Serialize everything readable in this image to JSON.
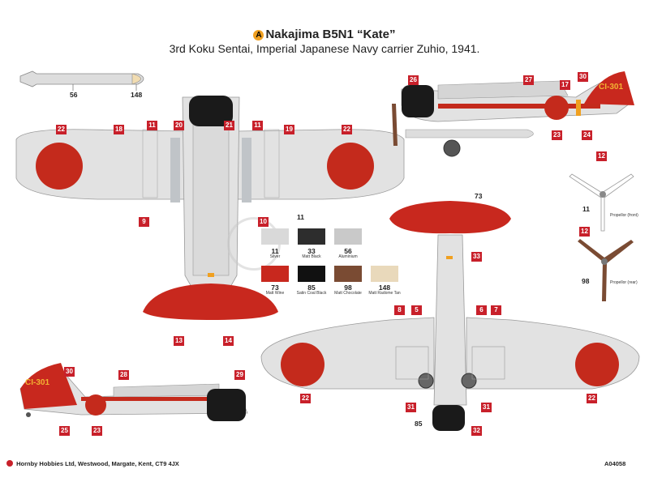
{
  "header": {
    "badge": "A",
    "title": "Nakajima B5N1 “Kate”",
    "subtitle": "3rd Koku Sentai, Imperial Japanese Navy carrier Zuhio, 1941."
  },
  "callouts": {
    "c26": "26",
    "c27": "27",
    "c17": "17",
    "c30a": "30",
    "c23a": "23",
    "c24": "24",
    "c22a": "22",
    "c18": "18",
    "c11a": "11",
    "c20": "20",
    "c21": "21",
    "c11b": "11",
    "c19": "19",
    "c22b": "22",
    "c9": "9",
    "c10": "10",
    "c13": "13",
    "c14": "14",
    "c30b": "30",
    "c28": "28",
    "c29": "29",
    "c25": "25",
    "c23b": "23",
    "c12a": "12",
    "c12b": "12",
    "c33": "33",
    "c8": "8",
    "c5": "5",
    "c6": "6",
    "c7": "7",
    "c22c": "22",
    "c31a": "31",
    "c31b": "31",
    "c22d": "22",
    "c32": "32"
  },
  "plain_numbers": {
    "torp56": "56",
    "torp148": "148",
    "wing11": "11",
    "tail73": "73",
    "prop11": "11",
    "prop98": "98",
    "nose85": "85"
  },
  "markings": {
    "tail_code_a": "CI-301",
    "tail_code_b": "CI-301"
  },
  "propeller_labels": {
    "front": "Propellor (front)",
    "rear": "Propellor (rear)"
  },
  "swatches": [
    {
      "num": "11",
      "name": "Silver",
      "color": "#d9d9d9"
    },
    {
      "num": "33",
      "name": "Matt Black",
      "color": "#2d2d2d"
    },
    {
      "num": "56",
      "name": "Aluminium",
      "color": "#c9c9c9"
    },
    {
      "num": "73",
      "name": "Matt Wine",
      "color": "#c8281e"
    },
    {
      "num": "85",
      "name": "Satin Coal Black",
      "color": "#111111"
    },
    {
      "num": "98",
      "name": "Matt Chocolate",
      "color": "#7a4b33"
    },
    {
      "num": "148",
      "name": "Matt Radome Tan",
      "color": "#e9d9bb"
    }
  ],
  "colors": {
    "callout": "#c8202a",
    "hinomaru": "#c42a1c",
    "aircraft_grey": "#e2e2e2",
    "panel_line": "#b5b5b5",
    "tail_red": "#c8281e",
    "band_yellow": "#f0a020",
    "black": "#1a1a1a",
    "chocolate": "#7a4b33",
    "tan": "#f1dcb1"
  },
  "footer": {
    "company": "Hornby Hobbies Ltd, Westwood, Margate, Kent, CT9 4JX",
    "code": "A04058"
  }
}
